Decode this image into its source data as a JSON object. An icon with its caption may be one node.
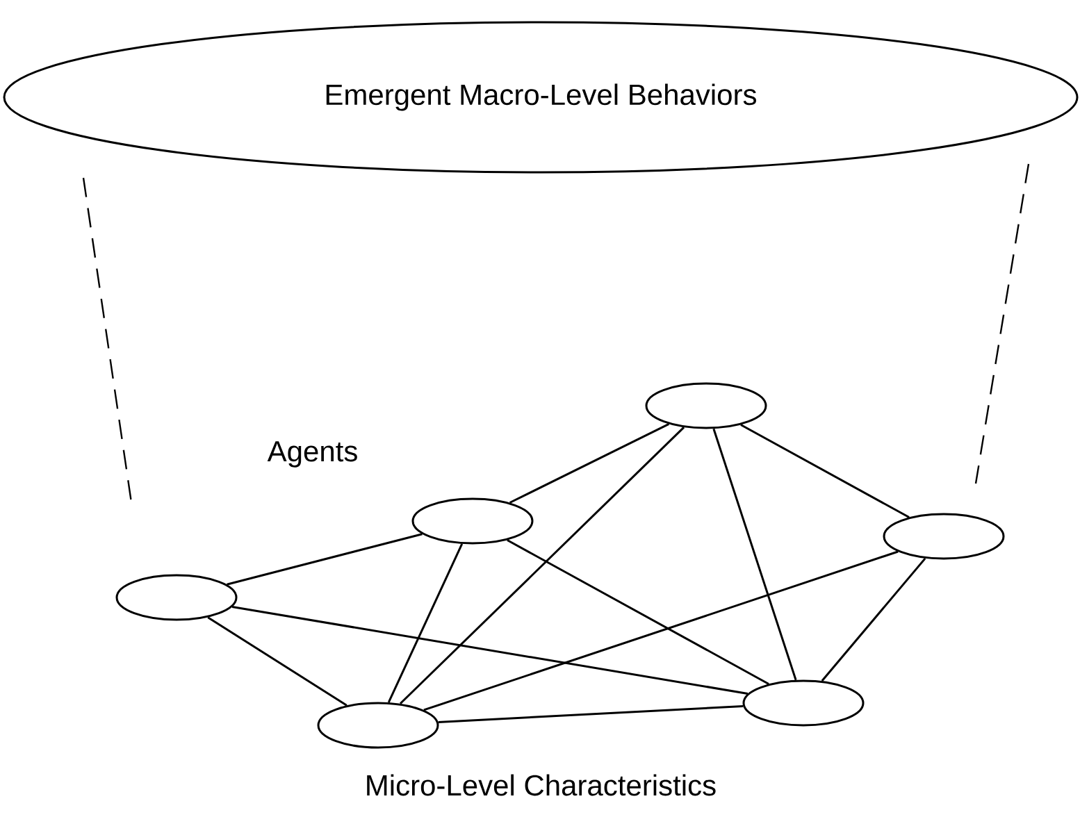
{
  "diagram": {
    "nodes": [
      {
        "text": [
          "Emergent Macro-Level Behaviors"
        ]
      },
      {
        "text": [],
        "shape": "circle"
      },
      {
        "text": [],
        "shape": "circle"
      },
      {
        "text": [],
        "shape": "circle"
      },
      {
        "text": [],
        "shape": "circle"
      },
      {
        "text": [],
        "shape": "circle"
      },
      {
        "text": [],
        "shape": "circle"
      }
    ],
    "edges": [
      {
        "from": 1,
        "to": 2,
        "arrow": "none"
      },
      {
        "from": 1,
        "to": 5,
        "arrow": "none"
      },
      {
        "from": 1,
        "to": 6,
        "arrow": "none"
      },
      {
        "from": 2,
        "to": 3,
        "arrow": "none"
      },
      {
        "from": 2,
        "to": 5,
        "arrow": "none"
      },
      {
        "from": 2,
        "to": 6,
        "arrow": "none"
      },
      {
        "from": 3,
        "to": 5,
        "arrow": "none"
      },
      {
        "from": 3,
        "to": 6,
        "arrow": "none"
      },
      {
        "from": 3,
        "to": 4,
        "arrow": "none"
      },
      {
        "from": 4,
        "to": 5,
        "arrow": "none"
      },
      {
        "from": 4,
        "to": 6,
        "arrow": "none"
      },
      {
        "from": 5,
        "to": 6,
        "arrow": "none"
      }
    ],
    "labels": [
      "Agents",
      "Micro-Level Characteristics"
    ]
  }
}
